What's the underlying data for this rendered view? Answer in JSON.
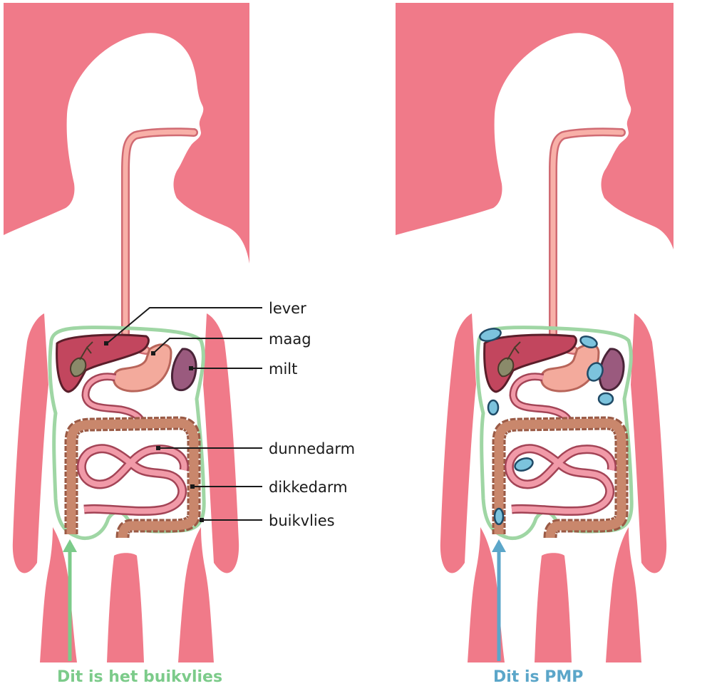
{
  "labels": {
    "lever": "lever",
    "maag": "maag",
    "milt": "milt",
    "dunnedarm": "dunnedarm",
    "dikkedarm": "dikkedarm",
    "buikvlies": "buikvlies"
  },
  "captions": {
    "left": "Dit is het buikvlies",
    "right": "Dit is PMP"
  },
  "colors": {
    "background_panel": "#f07a89",
    "body": "#ffffff",
    "peritoneum": "#9fd6a4",
    "left_arrow": "#7ccb8a",
    "right_arrow": "#5ba6c9",
    "pmp": "#7cc3dd",
    "liver": "#c2465e",
    "stomach": "#f3aa9c",
    "spleen": "#9a5a7e",
    "intestine": "#f19aa8",
    "colon": "#c9876c"
  }
}
